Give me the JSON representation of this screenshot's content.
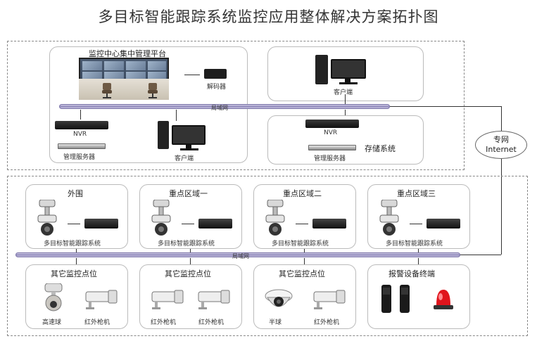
{
  "title": "多目标智能跟踪系统监控应用整体解决方案拓扑图",
  "control_center": {
    "title": "监控中心集中管理平台",
    "decoder_label": "解码器",
    "nvr_label": "NVR",
    "server_label": "管理服务器",
    "client_label": "客户端"
  },
  "client_box": {
    "client_label": "客户端"
  },
  "storage_box": {
    "nvr_label": "NVR",
    "server_label": "管理服务器",
    "storage_label": "存储系统"
  },
  "top_lan_label": "局域网",
  "bottom_lan_label": "局域网",
  "internet": {
    "line1": "专网",
    "line2": "Internet"
  },
  "zones": [
    {
      "title": "外围",
      "caption": "多目标智能跟踪系统"
    },
    {
      "title": "重点区域一",
      "caption": "多目标智能跟踪系统"
    },
    {
      "title": "重点区域二",
      "caption": "多目标智能跟踪系统"
    },
    {
      "title": "重点区域三",
      "caption": "多目标智能跟踪系统"
    }
  ],
  "points": [
    {
      "title": "其它监控点位",
      "dev1": "高速球",
      "dev2": "红外枪机"
    },
    {
      "title": "其它监控点位",
      "dev1": "红外枪机",
      "dev2": "红外枪机"
    },
    {
      "title": "其它监控点位",
      "dev1": "半球",
      "dev2": "红外枪机"
    },
    {
      "title": "报警设备终端"
    }
  ],
  "colors": {
    "lan": "#8d86b9",
    "alarm_red": "#e0141c"
  }
}
